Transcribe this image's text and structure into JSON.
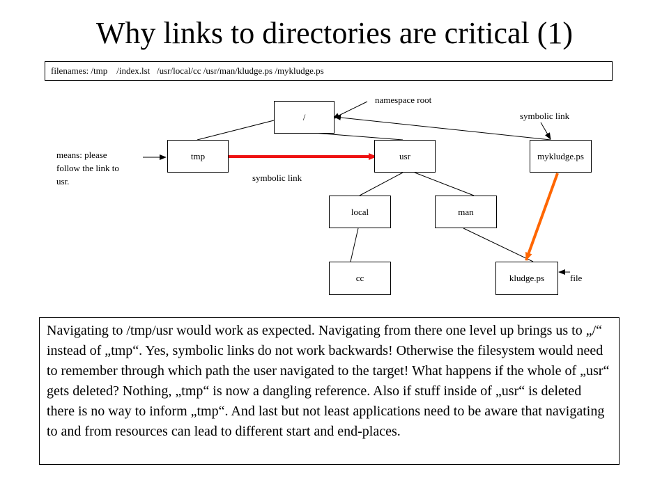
{
  "title": "Why links to directories are critical (1)",
  "filenames": "filenames: /tmp    /index.lst   /usr/local/cc /usr/man/kludge.ps /mykludge.ps",
  "nodes": {
    "root": "/",
    "tmp": "tmp",
    "usr": "usr",
    "mykludge": "mykludge.ps",
    "local": "local",
    "man": "man",
    "cc": "cc",
    "kludge": "kludge.ps"
  },
  "annotations": {
    "namespace_root": "namespace root",
    "symbolic_link_top": "symbolic link",
    "symbolic_link_middle": "symbolic link",
    "means": "means: please\nfollow the link to\nusr.",
    "file": "file"
  },
  "explanation": "Navigating to /tmp/usr would work as expected. Navigating from there one level up brings us to „/“ instead of „tmp“. Yes, symbolic links do not work backwards! Otherwise the filesystem would need to remember through which path the user navigated to the target! What happens if the whole of „usr“ gets deleted? Nothing, „tmp“ is now a dangling reference. Also if stuff inside of „usr“ is deleted there is no way to inform „tmp“. And last but not least applications need to be aware that navigating to and from resources can lead to different start and end-places.",
  "colors": {
    "tmp_link": "#ee1111",
    "mykludge_link": "#ff6600"
  }
}
